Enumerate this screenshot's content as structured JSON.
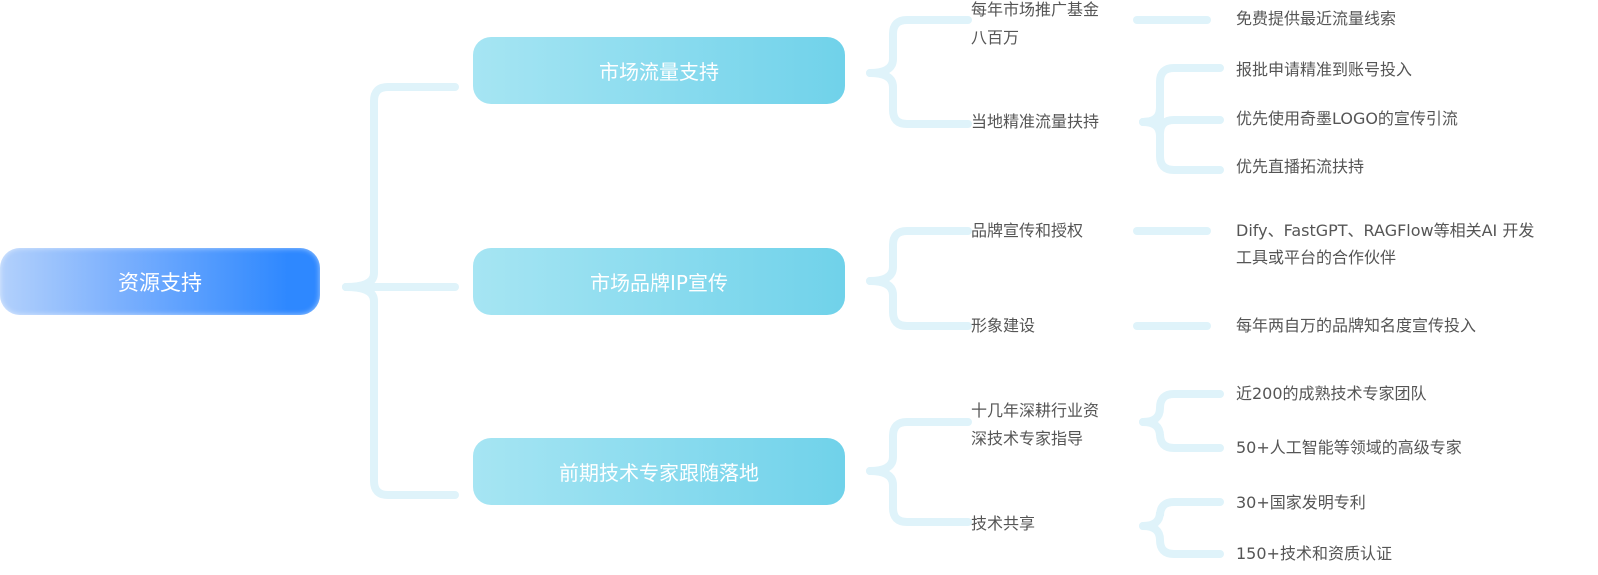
{
  "root": {
    "label": "资源支持"
  },
  "branches": [
    {
      "label": "市场流量支持",
      "items": [
        {
          "label": [
            "每年市场推广基金",
            "八百万"
          ],
          "leaves": [
            "免费提供最近流量线索"
          ]
        },
        {
          "label": [
            "当地精准流量扶持"
          ],
          "leaves": [
            "报批申请精准到账号投入",
            "优先使用奇墨LOGO的宣传引流",
            "优先直播拓流扶持"
          ]
        }
      ]
    },
    {
      "label": "市场品牌IP宣传",
      "items": [
        {
          "label": [
            "品牌宣传和授权"
          ],
          "leaves": [
            "Dify、FastGPT、RAGFlow等相关AI 开发",
            "工具或平台的合作伙伴"
          ]
        },
        {
          "label": [
            "形象建设"
          ],
          "leaves": [
            "每年两自万的品牌知名度宣传投入"
          ]
        }
      ]
    },
    {
      "label": "前期技术专家跟随落地",
      "items": [
        {
          "label": [
            "十几年深耕行业资",
            "深技术专家指导"
          ],
          "leaves": [
            "近200的成熟技术专家团队",
            "50+人工智能等领域的高级专家"
          ]
        },
        {
          "label": [
            "技术共享"
          ],
          "leaves": [
            "30+国家发明专利",
            "150+技术和资质认证"
          ]
        }
      ]
    }
  ],
  "colors": {
    "connector": "#dff3fa",
    "text": "#555555"
  }
}
